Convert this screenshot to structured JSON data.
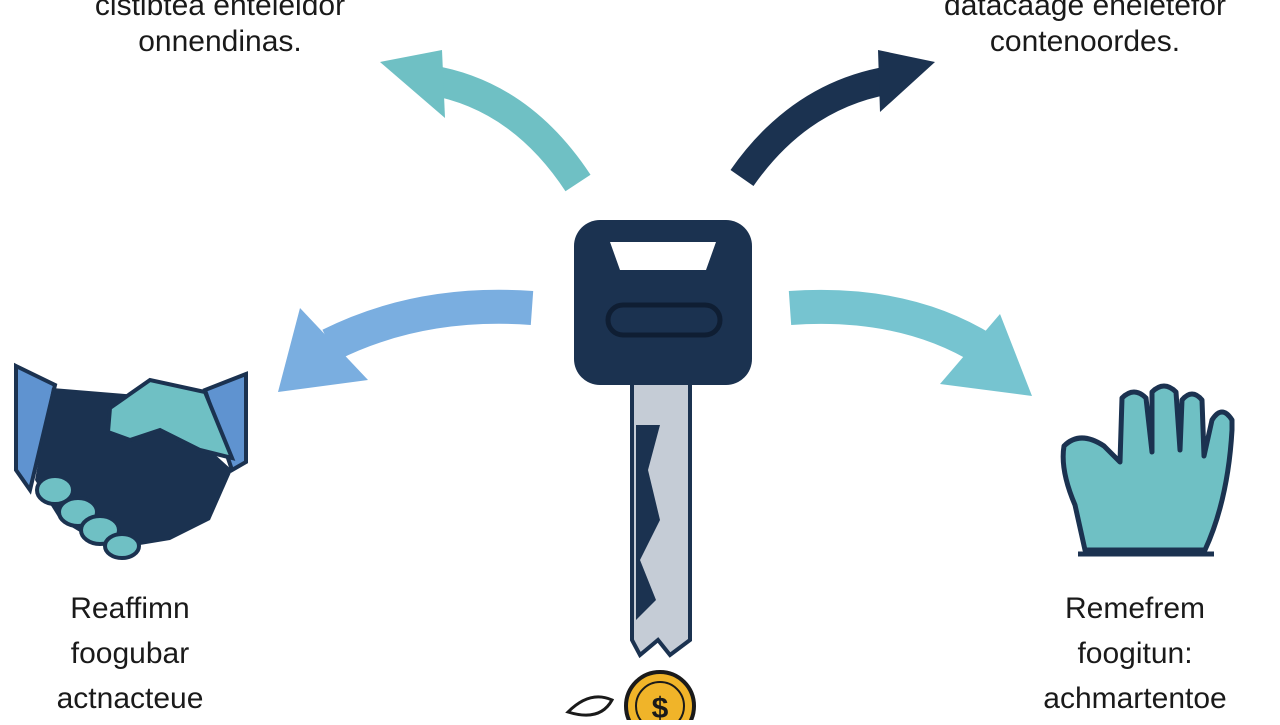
{
  "labels": {
    "top_left": [
      "cistibtea enteleidor",
      "onnendinas."
    ],
    "top_right": [
      "datacaage eneletefor",
      "contenoordes."
    ],
    "bottom_left": [
      "Reaffimn",
      "foogubar",
      "actnacteue"
    ],
    "bottom_right": [
      "Remefrem",
      "foogitun:",
      "achmartentoe"
    ]
  },
  "coin_symbol": "$",
  "colors": {
    "navy": "#1b3250",
    "teal": "#6fc0c4",
    "blue": "#7aaee0",
    "light_teal": "#76c4d0",
    "steel": "#c5ccd6",
    "gold": "#f0b429",
    "text": "#1a1a1a"
  },
  "icons": [
    "key-icon",
    "handshake-icon",
    "hand-icon",
    "coin-icon",
    "leaf-icon"
  ]
}
